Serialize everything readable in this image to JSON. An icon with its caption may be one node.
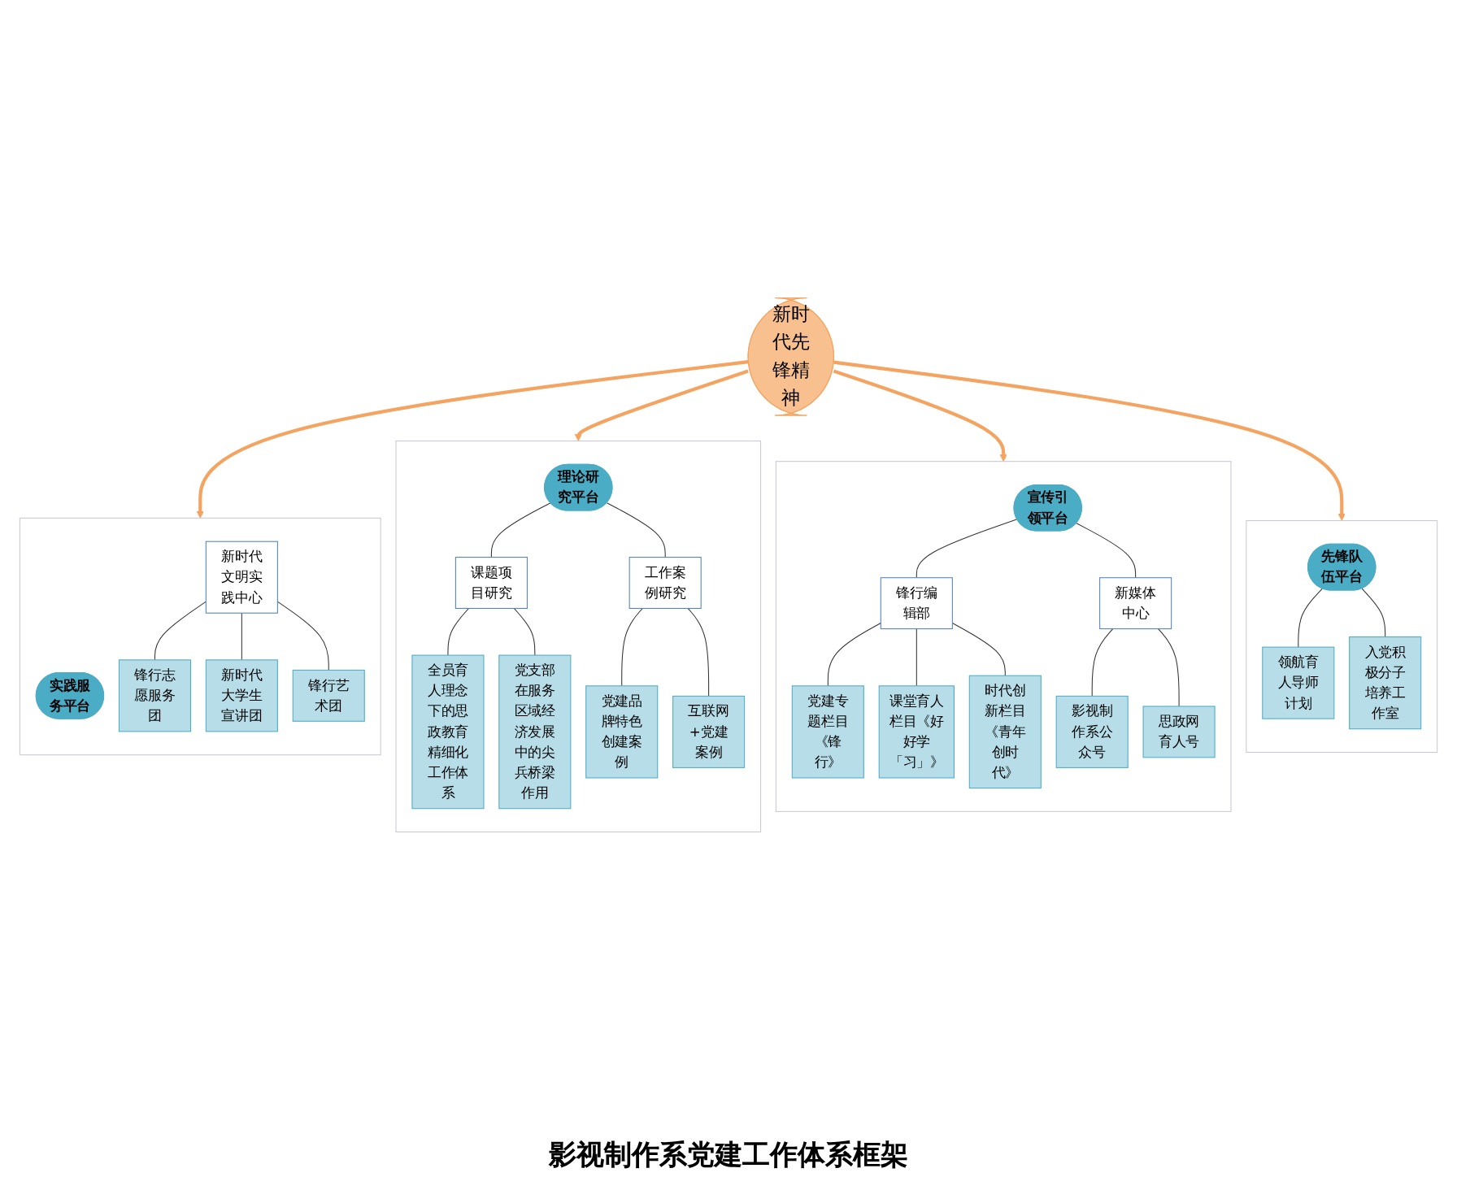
{
  "diagram": {
    "caption": "影视制作系党建工作体系框架",
    "nodes": [
      {
        "text": [
          "新时代先锋精神"
        ]
      },
      {
        "text": [],
        "shape": "box"
      },
      {
        "text": [
          "实践服务平台"
        ],
        "in": 1
      },
      {
        "text": [
          "新时代文明实践中心"
        ],
        "in": 1
      },
      {
        "text": [
          "锋行志愿服务团"
        ],
        "in": 1
      },
      {
        "text": [
          "新时代大学生宣讲团"
        ],
        "in": 1
      },
      {
        "text": [
          "锋行艺术团"
        ],
        "in": 1
      },
      {
        "text": [],
        "shape": "box"
      },
      {
        "text": [
          "理论研究平台"
        ],
        "in": 7
      },
      {
        "text": [
          "课题项目研究"
        ],
        "in": 7
      },
      {
        "text": [
          "工作案例研究"
        ],
        "in": 7
      },
      {
        "text": [
          "全员育人理念下的思政教育精细化工作体系"
        ],
        "in": 7
      },
      {
        "text": [
          "党支部在服务区域经济发展中的尖兵桥梁作用"
        ],
        "in": 7
      },
      {
        "text": [
          "党建品牌特色创建案例"
        ],
        "in": 7
      },
      {
        "text": [
          "互联网+党建案例"
        ],
        "in": 7
      },
      {
        "text": [],
        "shape": "box"
      },
      {
        "text": [
          "宣传引领平台"
        ],
        "in": 15
      },
      {
        "text": [
          "锋行编辑部"
        ],
        "in": 15
      },
      {
        "text": [
          "新媒体中心"
        ],
        "in": 15
      },
      {
        "text": [
          "党建专题栏目《锋行》"
        ],
        "in": 15
      },
      {
        "text": [
          "课堂育人栏目《好好学「习」》"
        ],
        "in": 15
      },
      {
        "text": [
          "时代创新栏目《青年创时代》"
        ],
        "in": 15
      },
      {
        "text": [
          "影视制作系公众号"
        ],
        "in": 15
      },
      {
        "text": [
          "思政网育人号"
        ],
        "in": 15
      },
      {
        "text": [],
        "shape": "box"
      },
      {
        "text": [
          "先锋队伍平台"
        ],
        "in": 24
      },
      {
        "text": [
          "领航育人导师计划"
        ],
        "in": 24
      },
      {
        "text": [
          "入党积极分子培养工作室"
        ],
        "in": 24
      }
    ],
    "edges": [
      {
        "from": 0,
        "to": 1,
        "arrow": "to",
        "style": "thick",
        "color": "#f4a460"
      },
      {
        "from": 0,
        "to": 7,
        "arrow": "to",
        "style": "thick",
        "color": "#f4a460"
      },
      {
        "from": 0,
        "to": 15,
        "arrow": "to",
        "style": "thick",
        "color": "#f4a460"
      },
      {
        "from": 0,
        "to": 24,
        "arrow": "to",
        "style": "thick",
        "color": "#f4a460"
      },
      {
        "from": 3,
        "to": 4,
        "arrow": "none"
      },
      {
        "from": 3,
        "to": 5,
        "arrow": "none"
      },
      {
        "from": 3,
        "to": 6,
        "arrow": "none"
      },
      {
        "from": 8,
        "to": 9,
        "arrow": "none"
      },
      {
        "from": 8,
        "to": 10,
        "arrow": "none"
      },
      {
        "from": 9,
        "to": 11,
        "arrow": "none"
      },
      {
        "from": 9,
        "to": 12,
        "arrow": "none"
      },
      {
        "from": 10,
        "to": 13,
        "arrow": "none"
      },
      {
        "from": 10,
        "to": 14,
        "arrow": "none"
      },
      {
        "from": 16,
        "to": 17,
        "arrow": "none"
      },
      {
        "from": 16,
        "to": 18,
        "arrow": "none"
      },
      {
        "from": 17,
        "to": 19,
        "arrow": "none"
      },
      {
        "from": 17,
        "to": 20,
        "arrow": "none"
      },
      {
        "from": 17,
        "to": 21,
        "arrow": "none"
      },
      {
        "from": 18,
        "to": 22,
        "arrow": "none"
      },
      {
        "from": 18,
        "to": 23,
        "arrow": "none"
      },
      {
        "from": 25,
        "to": 26,
        "arrow": "none"
      },
      {
        "from": 25,
        "to": 27,
        "arrow": "none"
      }
    ]
  }
}
